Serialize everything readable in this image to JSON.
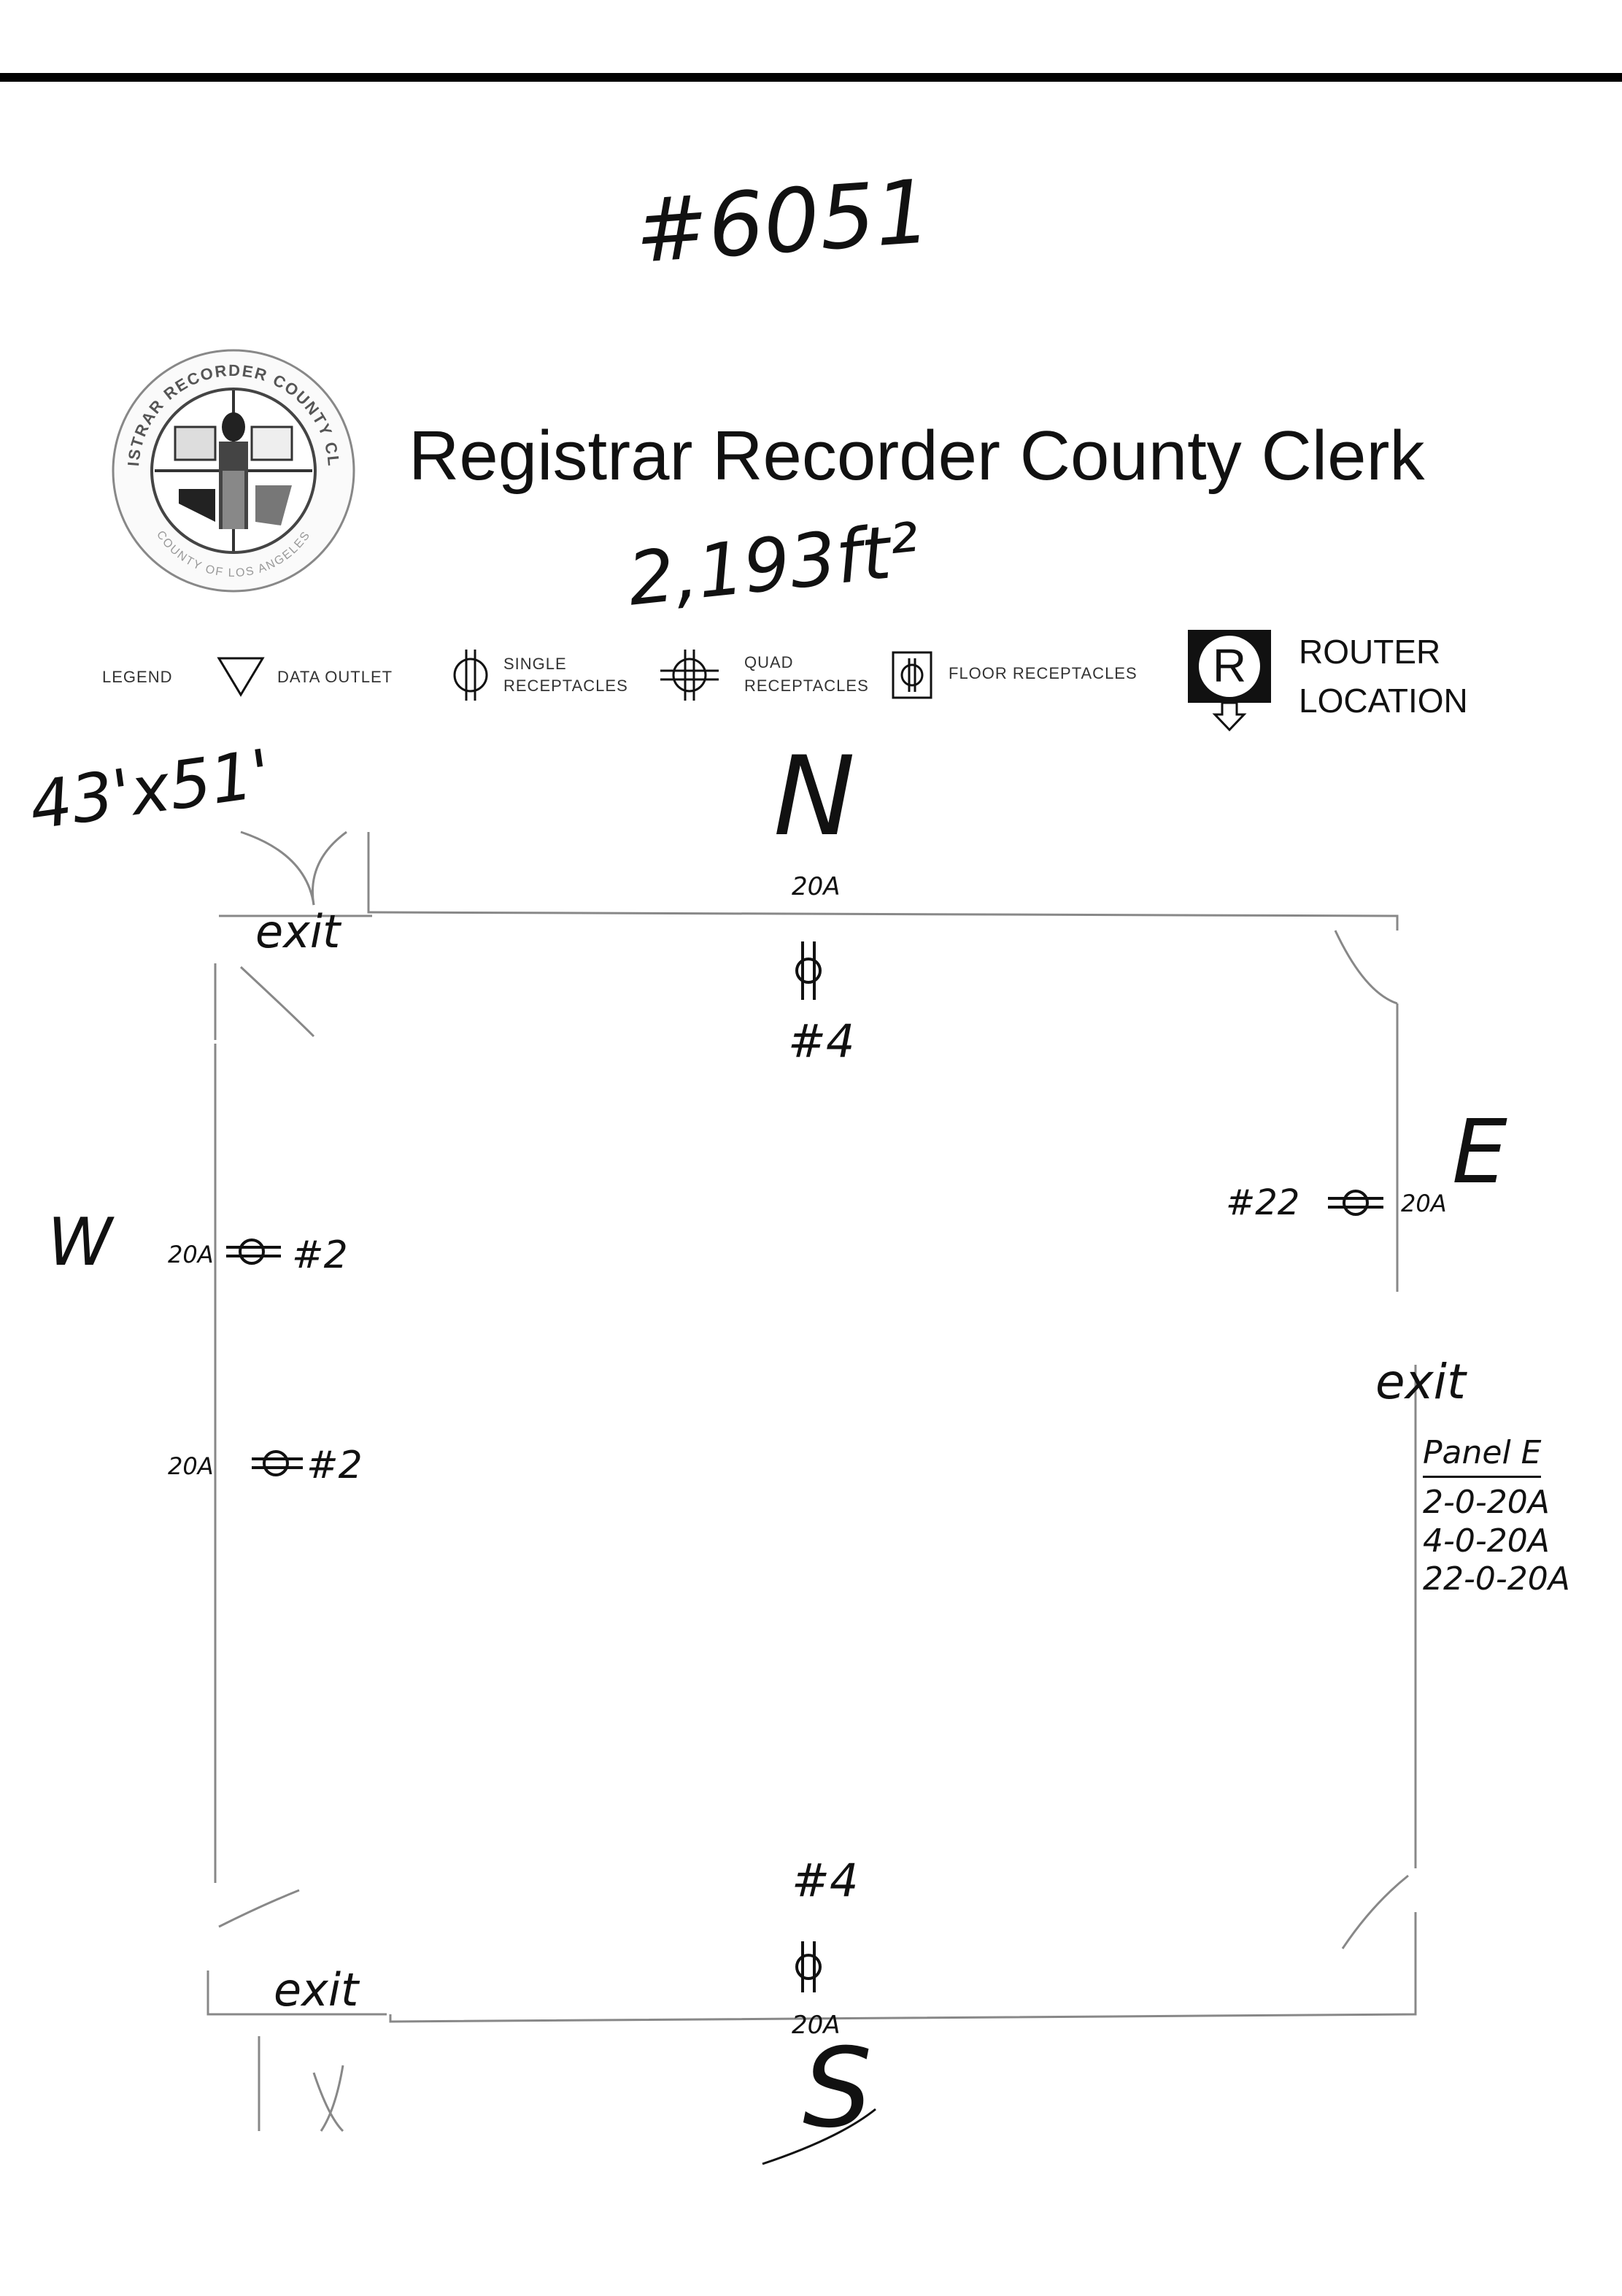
{
  "document": {
    "job_number": "#6051",
    "title": "Registrar Recorder County Clerk",
    "area": "2,193ft²",
    "dimensions": "43'x51'"
  },
  "seal": {
    "text": "REGISTRAR RECORDER COUNTY CLERK",
    "bottom_text": "COUNTY OF LOS ANGELES"
  },
  "legend": {
    "label": "LEGEND",
    "data_outlet": "DATA OUTLET",
    "single_line1": "SINGLE",
    "single_line2": "RECEPTACLES",
    "quad_line1": "QUAD",
    "quad_line2": "RECEPTACLES",
    "floor": "FLOOR RECEPTACLES",
    "router_letter": "R",
    "router_line1": "ROUTER",
    "router_line2": "LOCATION"
  },
  "compass": {
    "north": "N",
    "south": "S",
    "east": "E",
    "west": "W"
  },
  "exits": {
    "nw": "exit",
    "sw": "exit",
    "e": "exit"
  },
  "receptacles": {
    "north_amp": "20A",
    "north_circuit": "#4",
    "south_amp": "20A",
    "south_circuit": "#4",
    "east_amp": "20A",
    "east_circuit": "#22",
    "west1_amp": "20A",
    "west1_circuit": "#2",
    "west2_amp": "20A",
    "west2_circuit": "#2"
  },
  "panel": {
    "title": "Panel E",
    "rows": [
      "2-0-20A",
      "4-0-20A",
      "22-0-20A"
    ]
  }
}
